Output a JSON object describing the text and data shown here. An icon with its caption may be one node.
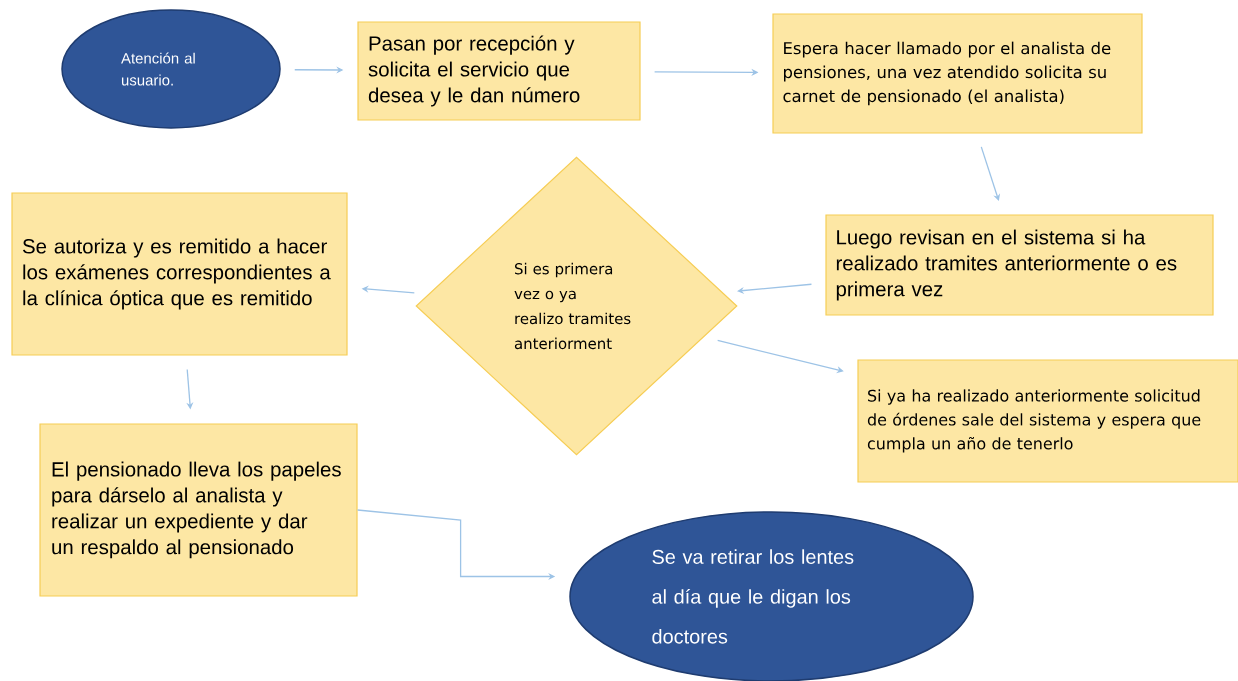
{
  "diagram": {
    "nodes": [
      {
        "text": [
          "Atención al usuario."
        ]
      },
      {
        "text": [
          "Pasan por recepción y solicita el servicio que desea y le dan número"
        ]
      },
      {
        "text": [
          "Espera hacer llamado por el analista de pensiones, una vez atendido solicita su carnet de pensionado (el analista)"
        ]
      },
      {
        "text": [
          "Luego revisan en el sistema si ha realizado tramites anteriormente o es primera vez"
        ]
      },
      {
        "text": [
          "Si es primera vez o ya realizo tramites anteriorment"
        ]
      },
      {
        "text": [
          "Se autoriza y es remitido a hacer los exámenes correspondientes a la clínica óptica que es remitido"
        ]
      },
      {
        "text": [
          "Si ya ha realizado anteriormente solicitud de órdenes sale del sistema y espera que cumpla un año de tenerlo"
        ]
      },
      {
        "text": [
          "El pensionado lleva los papeles para dárselo al analista y realizar un expediente y dar un respaldo al pensionado"
        ]
      },
      {
        "text": [
          "Se va retirar los lentes al día que le digan los doctores"
        ]
      }
    ],
    "edges": [
      {
        "from": 0,
        "to": 1,
        "arrow": "to"
      },
      {
        "from": 1,
        "to": 2,
        "arrow": "to"
      },
      {
        "from": 2,
        "to": 3,
        "arrow": "to"
      },
      {
        "from": 3,
        "to": 4,
        "arrow": "to"
      },
      {
        "from": 4,
        "to": 5,
        "arrow": "to"
      },
      {
        "from": 4,
        "to": 6,
        "arrow": "to"
      },
      {
        "from": 5,
        "to": 7,
        "arrow": "to"
      },
      {
        "from": 7,
        "to": 8,
        "arrow": "to"
      }
    ]
  }
}
